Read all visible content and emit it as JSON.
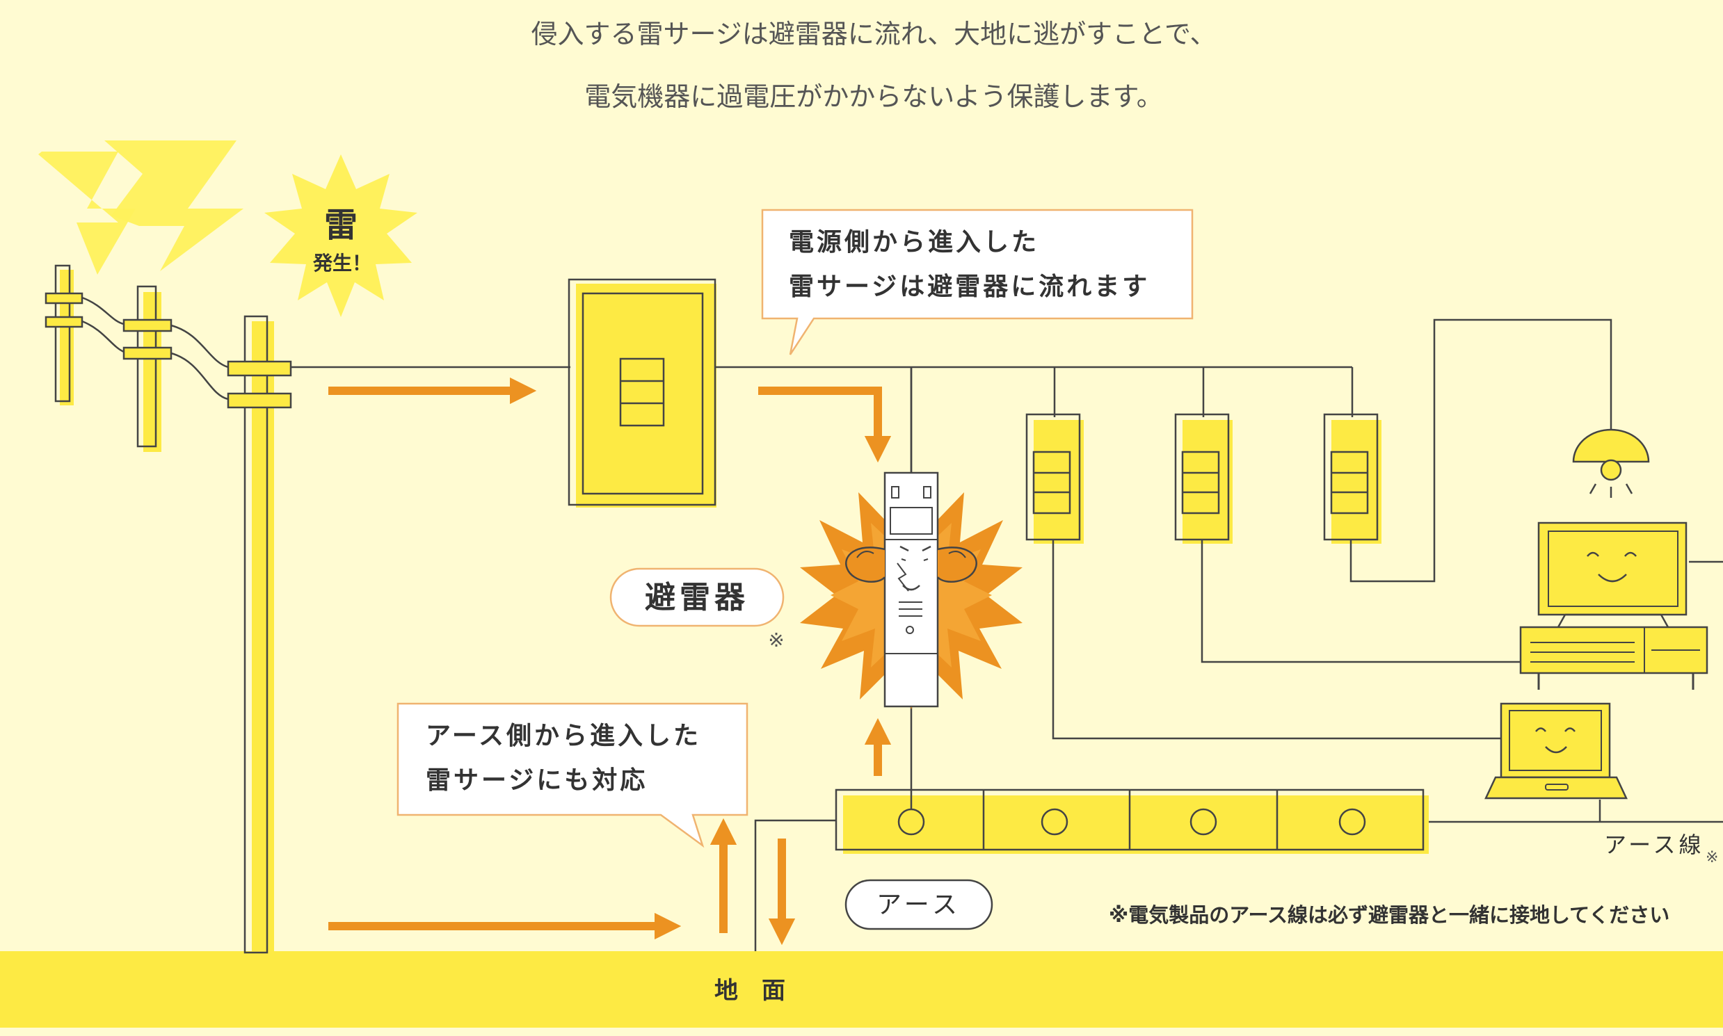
{
  "heading": {
    "line1": "侵入する雷サージは避雷器に流れ、大地に逃がすことで、",
    "line2": "電気機器に過電圧がかからないよう保護します。"
  },
  "lightning_badge": {
    "title": "雷",
    "subtitle": "発生！"
  },
  "callout_power_side": {
    "line1": "電源側から進入した",
    "line2": "雷サージは避雷器に流れます"
  },
  "callout_earth_side": {
    "line1": "アース側から進入した",
    "line2": "雷サージにも対応"
  },
  "arrester_label": "避雷器",
  "arrester_note_mark": "※",
  "earth_label": "アース",
  "earth_wire_label": "アース線",
  "earth_wire_note_mark": "※",
  "footnote": "※電気製品のアース線は必ず避雷器と一緒に接地してください",
  "ground_label": "地　面",
  "colors": {
    "background": "#fffbd2",
    "yellow": "#fdea44",
    "orange": "#ec9221",
    "line": "#444444",
    "callout_border": "#f0b370",
    "starburst": "#fff15c"
  },
  "icons": [
    "lightning-bolt-icon",
    "utility-pole-icon",
    "distribution-board-icon",
    "surge-arrester-icon",
    "breaker-icon",
    "ceiling-light-icon",
    "desktop-pc-icon",
    "laptop-icon",
    "earth-terminal-icon"
  ]
}
